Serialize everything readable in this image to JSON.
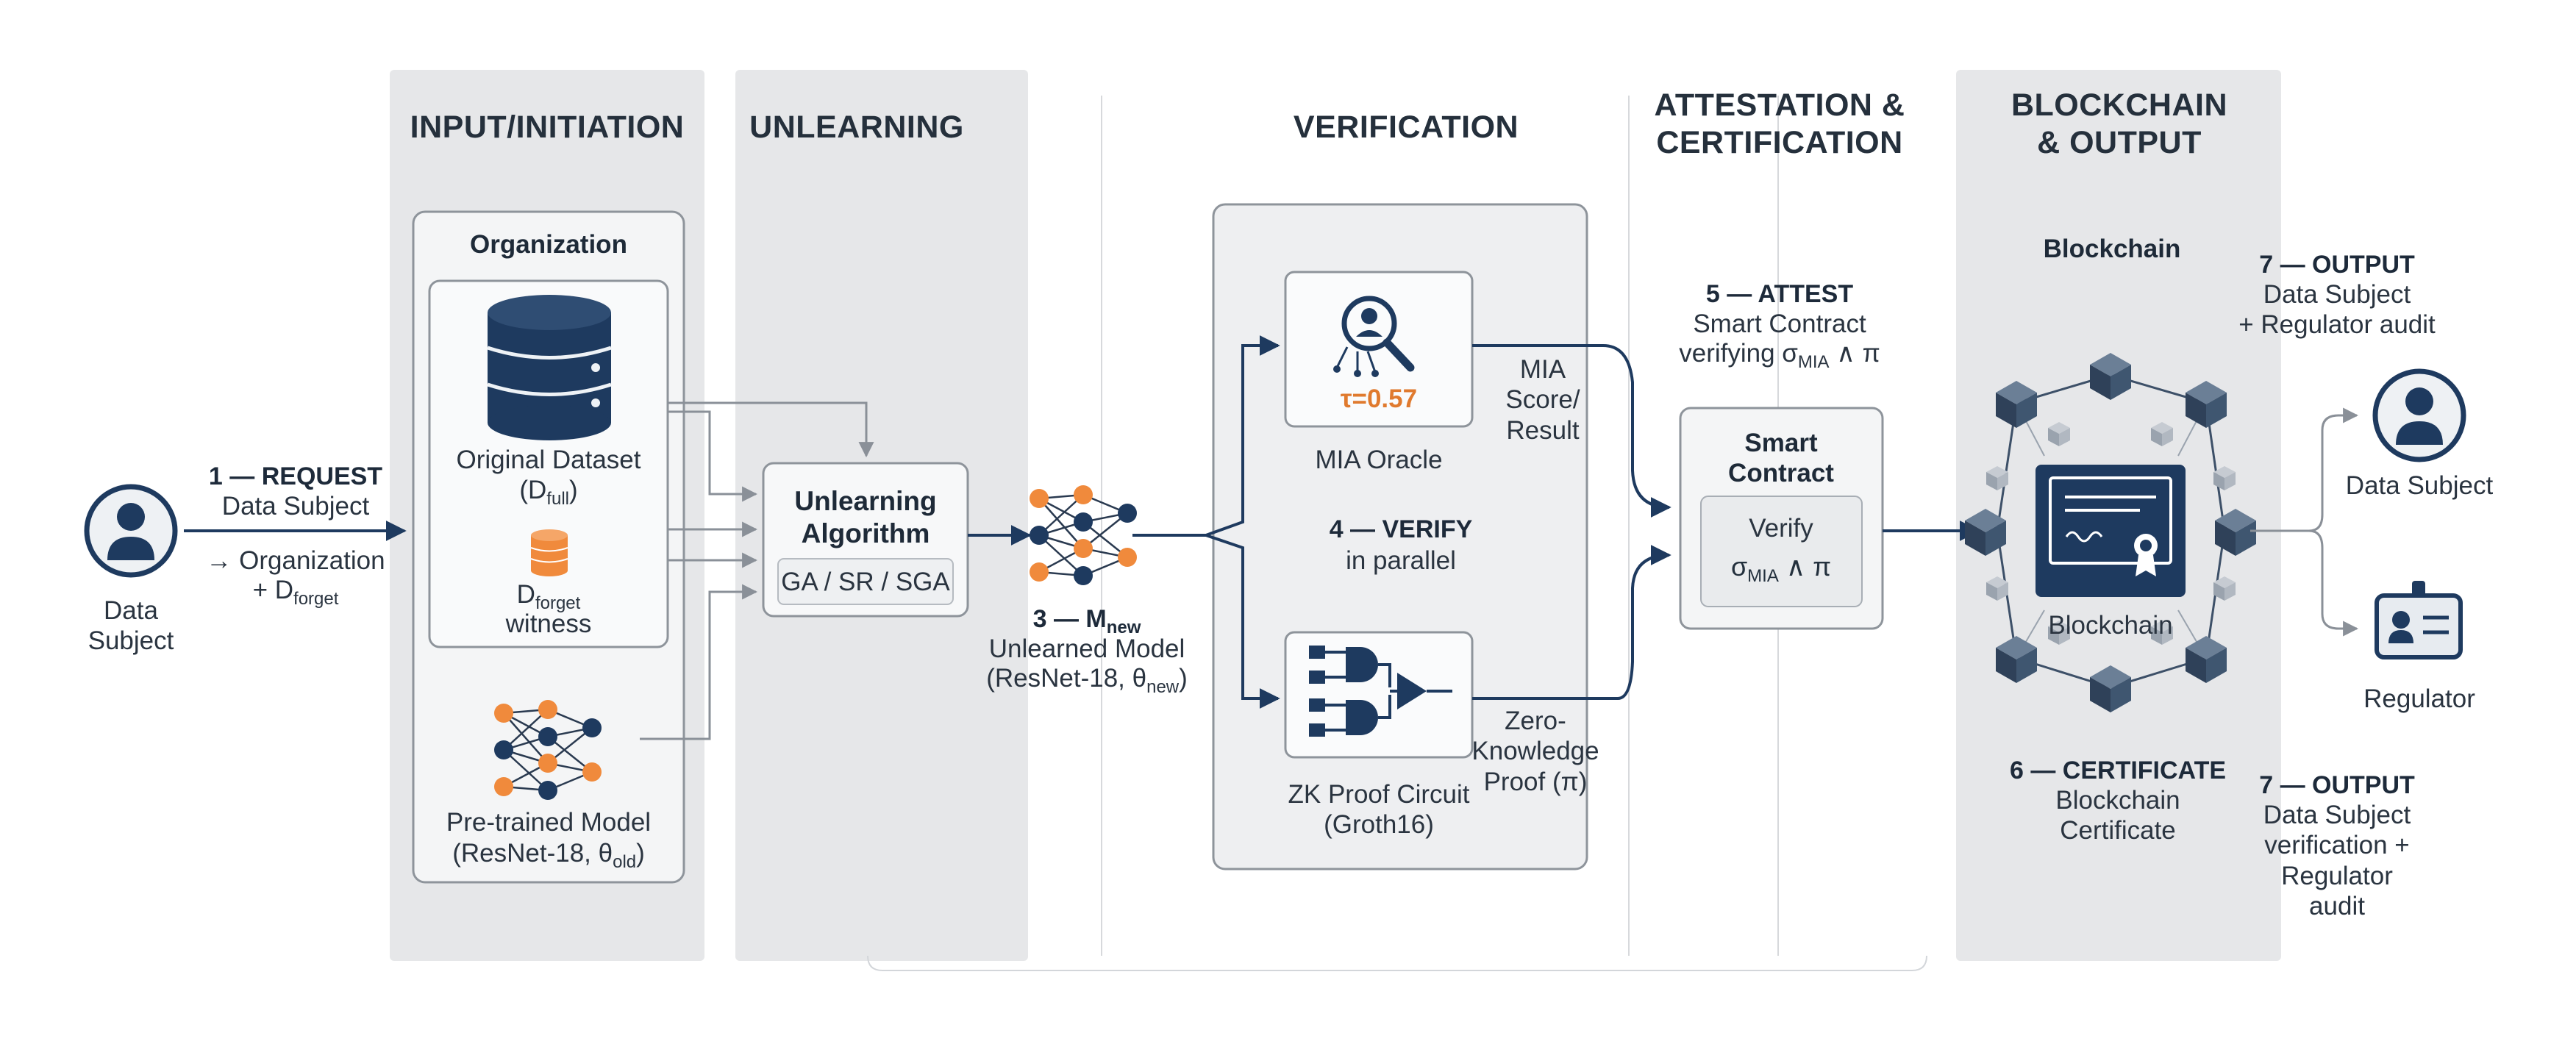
{
  "headers": {
    "input": "INPUT/INITIATION",
    "unlearning": "UNLEARNING",
    "verification": "VERIFICATION",
    "attestation": "ATTESTATION &\nCERTIFICATION",
    "blockchain": "BLOCKCHAIN\n& OUTPUT"
  },
  "data_subject_left": "Data\nSubject",
  "request": {
    "title": "1 — REQUEST",
    "line1": "Data Subject",
    "line2": "→ Organization",
    "line3": "+ D",
    "line3_sub": "forget"
  },
  "organization": {
    "title": "Organization",
    "dataset_label": "Original Dataset",
    "dataset_symbol": "(D",
    "dataset_sub": "full",
    "dataset_close": ")",
    "forget_symbol": "D",
    "forget_sub": "forget",
    "forget_caption": "witness",
    "model_label": "Pre-trained Model",
    "model_detail": "(ResNet-18, θ",
    "model_sub": "old",
    "model_close": ")"
  },
  "unlearning": {
    "title": "Unlearning\nAlgorithm",
    "methods": "GA / SR / SGA"
  },
  "model_new": {
    "step": "3 — M",
    "step_sub": "new",
    "label": "Unlearned Model",
    "detail": "(ResNet-18, θ",
    "detail_sub": "new",
    "detail_close": ")"
  },
  "verification": {
    "tau": "τ=0.57",
    "mia_label": "MIA Oracle",
    "step": "4 — VERIFY",
    "step_detail": "in parallel",
    "zk_label": "ZK Proof Circuit\n(Groth16)",
    "mia_result": "MIA\nScore/\nResult",
    "zk_result": "Zero-\nKnowledge\nProof (π)"
  },
  "attest": {
    "step": "5 — ATTEST",
    "line1": "Smart Contract",
    "line2": "verifying σ",
    "line2_sub": "MIA",
    "line2_tail": " ∧ π",
    "contract_title": "Smart\nContract",
    "verify_label": "Verify",
    "verify_expr": "σ",
    "verify_sub": "MIA",
    "verify_tail": " ∧ π"
  },
  "blockchain": {
    "title_top": "Blockchain",
    "center_label": "Blockchain",
    "cert_step": "6 — CERTIFICATE",
    "cert_detail": "Blockchain\nCertificate"
  },
  "output": {
    "top_step": "7 — OUTPUT",
    "top_detail": "Data Subject\n+ Regulator audit",
    "data_subject": "Data Subject",
    "regulator": "Regulator",
    "bottom_step": "7 — OUTPUT",
    "bottom_detail": "Data Subject\nverification +\nRegulator\naudit"
  },
  "colors": {
    "navy": "#1e3a5f",
    "orange": "#f08a3c",
    "lane_bg": "#e8e9eb",
    "box_border": "#9aa0a6",
    "cube": "#3d5068"
  }
}
